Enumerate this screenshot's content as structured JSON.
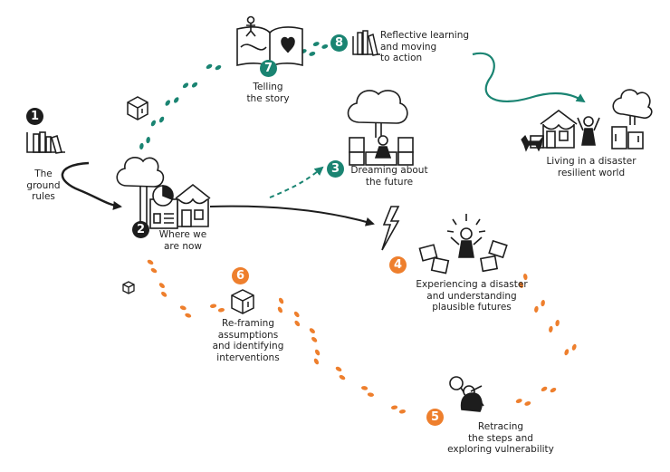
{
  "colors": {
    "dark": "#1d1d1d",
    "teal": "#1a8472",
    "orange": "#ee7f2d"
  },
  "steps": [
    {
      "number": "1",
      "color": "dark",
      "lines": [
        "The",
        "ground",
        "rules"
      ]
    },
    {
      "number": "2",
      "color": "dark",
      "lines": [
        "Where we",
        "are now"
      ]
    },
    {
      "number": "3",
      "color": "teal",
      "lines": [
        "Dreaming about",
        "the future"
      ]
    },
    {
      "number": "4",
      "color": "orange",
      "lines": [
        "Experiencing a disaster",
        "and understanding",
        "plausible futures"
      ]
    },
    {
      "number": "5",
      "color": "orange",
      "lines": [
        "Retracing",
        "the steps and",
        "exploring vulnerability"
      ]
    },
    {
      "number": "6",
      "color": "orange",
      "lines": [
        "Re-framing",
        "assumptions",
        "and identifying",
        "interventions"
      ]
    },
    {
      "number": "7",
      "color": "teal",
      "lines": [
        "Telling",
        "the story"
      ]
    },
    {
      "number": "8",
      "color": "teal",
      "lines": [
        "Reflective learning",
        "and moving",
        "to action"
      ]
    }
  ],
  "destination": {
    "lines": [
      "Living in a disaster",
      "resilient world"
    ]
  },
  "icons": [
    "books-icon",
    "tree-house-icon",
    "chart-icon",
    "dream-tree-icon",
    "lightning-icon",
    "person-boxes-icon",
    "detective-icon",
    "box-icon",
    "storybook-icon",
    "dog-icon",
    "footprints-icon"
  ]
}
